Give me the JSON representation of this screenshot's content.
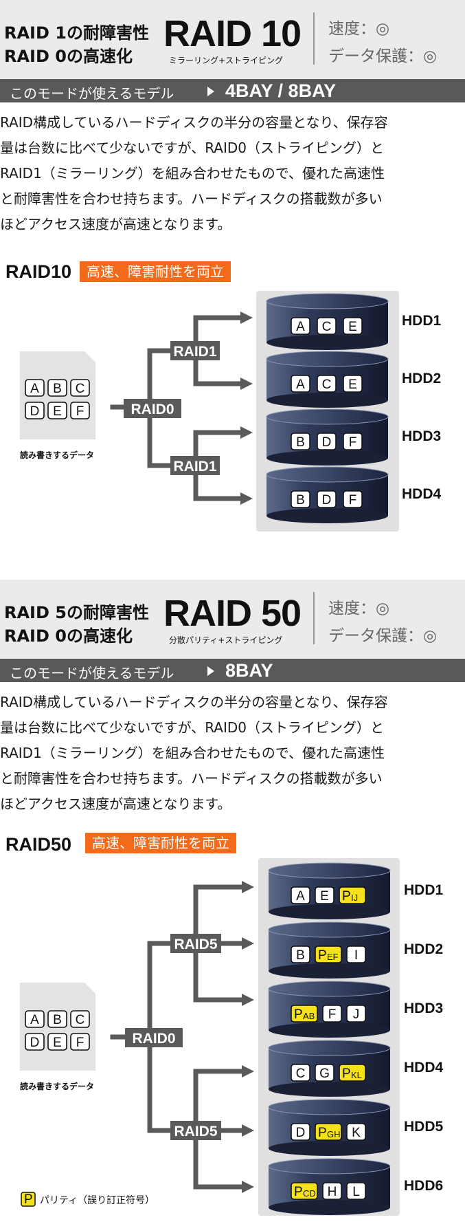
{
  "colors": {
    "accent": "#f26a1a",
    "bar": "#595959",
    "header_bg": "#ebebeb",
    "parity": "#f5e21a",
    "arrow": "#5a5a5a",
    "disk_panel": "#e0e0e0"
  },
  "raid10": {
    "subtitle_line1": "RAID 1の耐障害性",
    "subtitle_line2": "RAID 0の高速化",
    "big_title": "RAID 10",
    "small_title": "ミラーリング+ストライピング",
    "speed": "速度：◎",
    "protection": "データ保護：◎",
    "mode_label": "このモードが使えるモデル",
    "mode_models": "4BAY / 8BAY",
    "description": [
      "RAID構成しているハードディスクの半分の容量となり、保存容",
      "量は台数に比べて少ないですが、RAID0（ストライピング）と",
      "RAID1（ミラーリング）を組み合わせたもので、優れた高速性",
      "と耐障害性を合わせ持ちます。ハードディスクの搭載数が多い",
      "ほどアクセス速度が高速となります。"
    ],
    "diagram_title": "RAID10",
    "diagram_badge": "高速、障害耐性を両立",
    "source_label": "読み書きするデータ",
    "source_blocks": [
      "A",
      "B",
      "C",
      "D",
      "E",
      "F"
    ],
    "raid0_label": "RAID0",
    "raid1_labels": [
      "RAID1",
      "RAID1"
    ],
    "disks": [
      {
        "name": "HDD1",
        "blocks": [
          "A",
          "C",
          "E"
        ]
      },
      {
        "name": "HDD2",
        "blocks": [
          "A",
          "C",
          "E"
        ]
      },
      {
        "name": "HDD3",
        "blocks": [
          "B",
          "D",
          "F"
        ]
      },
      {
        "name": "HDD4",
        "blocks": [
          "B",
          "D",
          "F"
        ]
      }
    ]
  },
  "raid50": {
    "subtitle_line1": "RAID 5の耐障害性",
    "subtitle_line2": "RAID 0の高速化",
    "big_title": "RAID 50",
    "small_title": "分散パリティ+ストライピング",
    "speed": "速度：◎",
    "protection": "データ保護：◎",
    "mode_label": "このモードが使えるモデル",
    "mode_models": "8BAY",
    "description": [
      "RAID構成しているハードディスクの半分の容量となり、保存容",
      "量は台数に比べて少ないですが、RAID0（ストライピング）と",
      "RAID1（ミラーリング）を組み合わせたもので、優れた高速性",
      "と耐障害性を合わせ持ちます。ハードディスクの搭載数が多い",
      "ほどアクセス速度が高速となります。"
    ],
    "diagram_title": "RAID50",
    "diagram_badge": "高速、障害耐性を両立",
    "source_label": "読み書きするデータ",
    "source_blocks": [
      "A",
      "B",
      "C",
      "D",
      "E",
      "F"
    ],
    "raid0_label": "RAID0",
    "raid5_labels": [
      "RAID5",
      "RAID5"
    ],
    "legend_symbol": "P",
    "legend_text": "パリティ（誤り訂正符号）",
    "disks": [
      {
        "name": "HDD1",
        "blocks": [
          {
            "t": "A"
          },
          {
            "t": "E"
          },
          {
            "p": "P",
            "s": "IJ"
          }
        ]
      },
      {
        "name": "HDD2",
        "blocks": [
          {
            "t": "B"
          },
          {
            "p": "P",
            "s": "EF"
          },
          {
            "t": "I"
          }
        ]
      },
      {
        "name": "HDD3",
        "blocks": [
          {
            "p": "P",
            "s": "AB"
          },
          {
            "t": "F"
          },
          {
            "t": "J"
          }
        ]
      },
      {
        "name": "HDD4",
        "blocks": [
          {
            "t": "C"
          },
          {
            "t": "G"
          },
          {
            "p": "P",
            "s": "KL"
          }
        ]
      },
      {
        "name": "HDD5",
        "blocks": [
          {
            "t": "D"
          },
          {
            "p": "P",
            "s": "GH"
          },
          {
            "t": "K"
          }
        ]
      },
      {
        "name": "HDD6",
        "blocks": [
          {
            "p": "P",
            "s": "CD"
          },
          {
            "t": "H"
          },
          {
            "t": "L"
          }
        ]
      }
    ]
  }
}
